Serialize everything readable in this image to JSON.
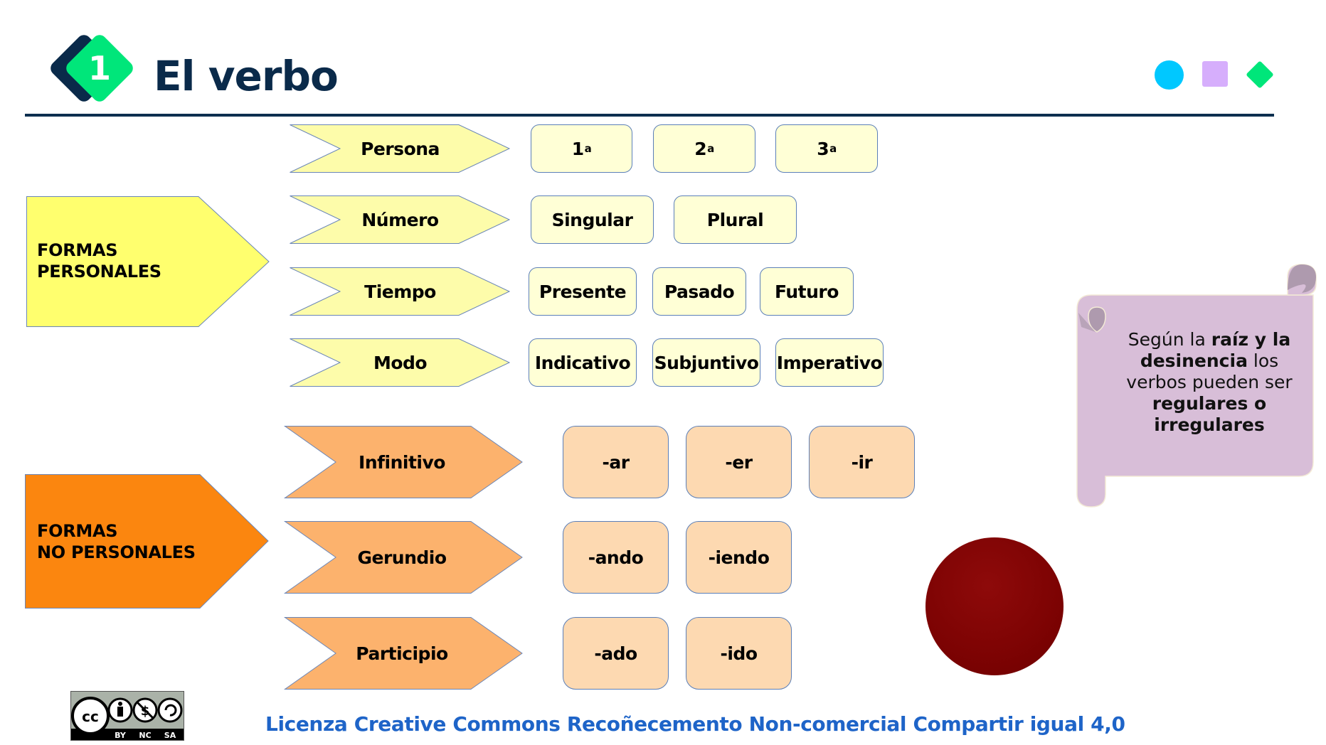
{
  "header": {
    "section_number": "1",
    "title": "El verbo",
    "decorations": [
      "circle-cyan",
      "square-lilac",
      "diamond-green"
    ]
  },
  "colors": {
    "navy": "#0a2a4a",
    "green": "#00e67a",
    "cyan": "#00c8ff",
    "lilac": "#d6aefc",
    "yellow_main": "#ffff6e",
    "yellow_light": "#fdfcaa",
    "yellow_box": "#ffffd6",
    "orange_main": "#fb860f",
    "orange_light": "#fcb26d",
    "orange_box": "#fdd9b1",
    "scroll": "#d8bed8",
    "red_circle": "#7d0303",
    "footer_link": "#1e64c8"
  },
  "personales": {
    "label_line1": "FORMAS",
    "label_line2": "PERSONALES",
    "rows": [
      {
        "category": "Persona",
        "values": [
          {
            "base": "1",
            "sup": "a"
          },
          {
            "base": "2",
            "sup": "a"
          },
          {
            "base": "3",
            "sup": "a"
          }
        ]
      },
      {
        "category": "Número",
        "values": [
          "Singular",
          "Plural"
        ]
      },
      {
        "category": "Tiempo",
        "values": [
          "Presente",
          "Pasado",
          "Futuro"
        ]
      },
      {
        "category": "Modo",
        "values": [
          "Indicativo",
          "Subjuntivo",
          "Imperativo"
        ]
      }
    ]
  },
  "no_personales": {
    "label_line1": "FORMAS",
    "label_line2": "NO PERSONALES",
    "rows": [
      {
        "category": "Infinitivo",
        "values": [
          "-ar",
          "-er",
          "-ir"
        ]
      },
      {
        "category": "Gerundio",
        "values": [
          "-ando",
          "-iendo"
        ]
      },
      {
        "category": "Participio",
        "values": [
          "-ado",
          "-ido"
        ]
      }
    ]
  },
  "scroll_note": {
    "t1": "Según la ",
    "b1": "raíz y la desinencia",
    "t2": " los verbos pueden ser ",
    "b2": "regulares o irregulares"
  },
  "footer": {
    "cc_badge": {
      "labels": [
        "BY",
        "NC",
        "SA"
      ]
    },
    "license_text": "Licenza Creative Commons Recoñecemento Non-comercial Compartir igual 4,0"
  }
}
